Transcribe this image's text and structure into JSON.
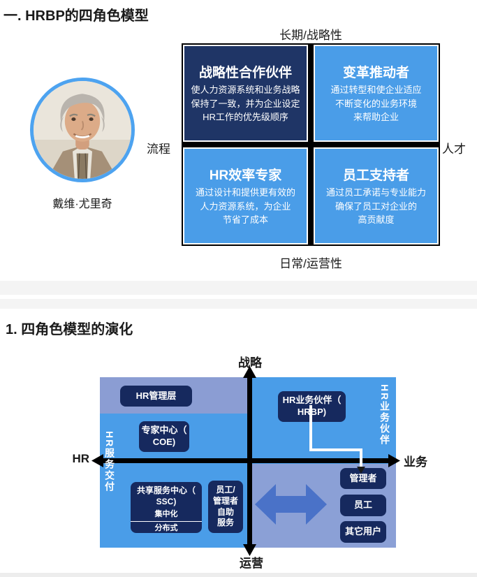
{
  "section1": {
    "heading": "一. HRBP的四角色模型",
    "person": {
      "name": "戴维·尤里奇"
    },
    "matrix": {
      "axis_top": "长期/战略性",
      "axis_bottom": "日常/运营性",
      "axis_left": "流程",
      "axis_right": "人才",
      "quadrants": [
        {
          "title": "战略性合作伙伴",
          "desc": "使人力资源系统和业务战略\n保持了一致，并为企业设定\nHR工作的优先级顺序"
        },
        {
          "title": "变革推动者",
          "desc": "通过转型和使企业适应\n不断变化的业务环境\n来帮助企业"
        },
        {
          "title": "HR效率专家",
          "desc": "通过设计和提供更有效的\n人力资源系统，为企业\n节省了成本"
        },
        {
          "title": "员工支持者",
          "desc": "通过员工承诺与专业能力\n确保了员工对企业的\n高贡献度"
        }
      ]
    }
  },
  "section2": {
    "heading": "1. 四角色模型的演化",
    "diagram": {
      "axis_top": "战略",
      "axis_bottom": "运营",
      "axis_left": "HR",
      "axis_right": "业务",
      "left_axis_label": "HR服务交付",
      "right_axis_label": "HR业务伙伴",
      "boxes": {
        "hr_management": "HR管理层",
        "coe": "专家中心（\nCOE)",
        "hrbp": "HR业务伙伴（\nHRBP)",
        "ssc": "共享服务中心（\nSSC)",
        "centralized": "集中化",
        "distributed": "分布式",
        "self_service": "员工/\n管理者\n自助\n服务",
        "manager": "管理者",
        "employee": "员工",
        "other_users": "其它用户"
      }
    }
  },
  "colors": {
    "quadrant_navy": "#1F3566",
    "quadrant_blue": "#4A9DE8",
    "diagram_blue": "#4A9DE8",
    "top_band_light": "#8B9DD3",
    "bottom_overlay_light": "#8BA0D6",
    "box_navy": "#16295E",
    "double_arrow_blue": "#4A72C8",
    "avatar_ring_blue": "#4DA3F0",
    "axis_black": "#000000",
    "separator_gray": "#F4F4F4"
  }
}
